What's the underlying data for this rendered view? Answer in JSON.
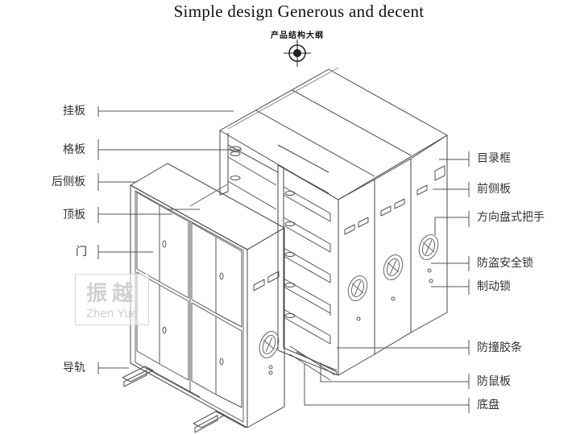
{
  "header": {
    "title": "Simple design  Generous and decent",
    "subtitle": "产品结构大纲"
  },
  "labels_left": [
    "挂板",
    "格板",
    "后侧板",
    "顶板",
    "门",
    "导轨"
  ],
  "labels_right": [
    "目录框",
    "前侧板",
    "方向盘式把手",
    "防盗安全锁",
    "制动锁",
    "防撞胶条",
    "防鼠板",
    "底盘"
  ],
  "watermark": {
    "cn": "振越",
    "en": "Zhen Yue"
  },
  "colors": {
    "line": "#444444",
    "leader": "#555555",
    "handle": "#666666"
  }
}
